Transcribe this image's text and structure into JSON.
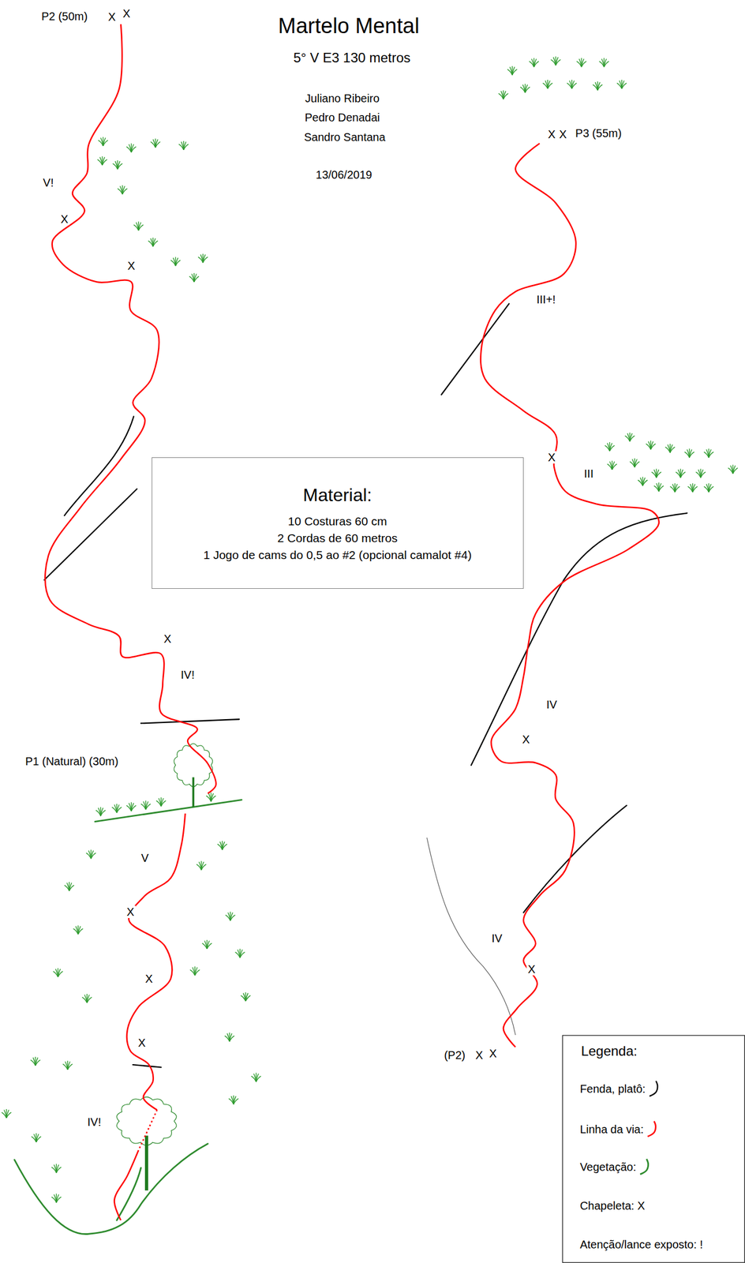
{
  "diagram": {
    "title": "Martelo Mental",
    "nodes": [
      {
        "text": [
          "Material:",
          "10 Costuras 60 cm",
          "2 Cordas de 60 metros",
          "1 Jogo de cams do 0,5 ao #2 (opcional camalot #4)"
        ]
      }
    ],
    "labels": [
      "5° V E3 130 metros",
      "Juliano Ribeiro",
      "Pedro Denadai",
      "Sandro Santana",
      "13/06/2019",
      "P2 (50m)",
      "X",
      "X",
      "V!",
      "X",
      "X",
      "X",
      "IV!",
      "P1 (Natural)  (30m)",
      "V",
      "X",
      "X",
      "X",
      "IV!",
      "X",
      "X",
      "P3 (55m)",
      "III+!",
      "X",
      "III",
      "IV",
      "X",
      "IV",
      "X",
      "(P2)",
      "X",
      "X",
      "Legenda:"
    ],
    "legend": [
      {
        "text": "Fenda, platô:"
      },
      {
        "text": "Linha da via:"
      },
      {
        "text": "Vegetação:"
      },
      {
        "text": "Chapeleta: X"
      },
      {
        "text": "Atenção/lance exposto: !"
      }
    ]
  }
}
